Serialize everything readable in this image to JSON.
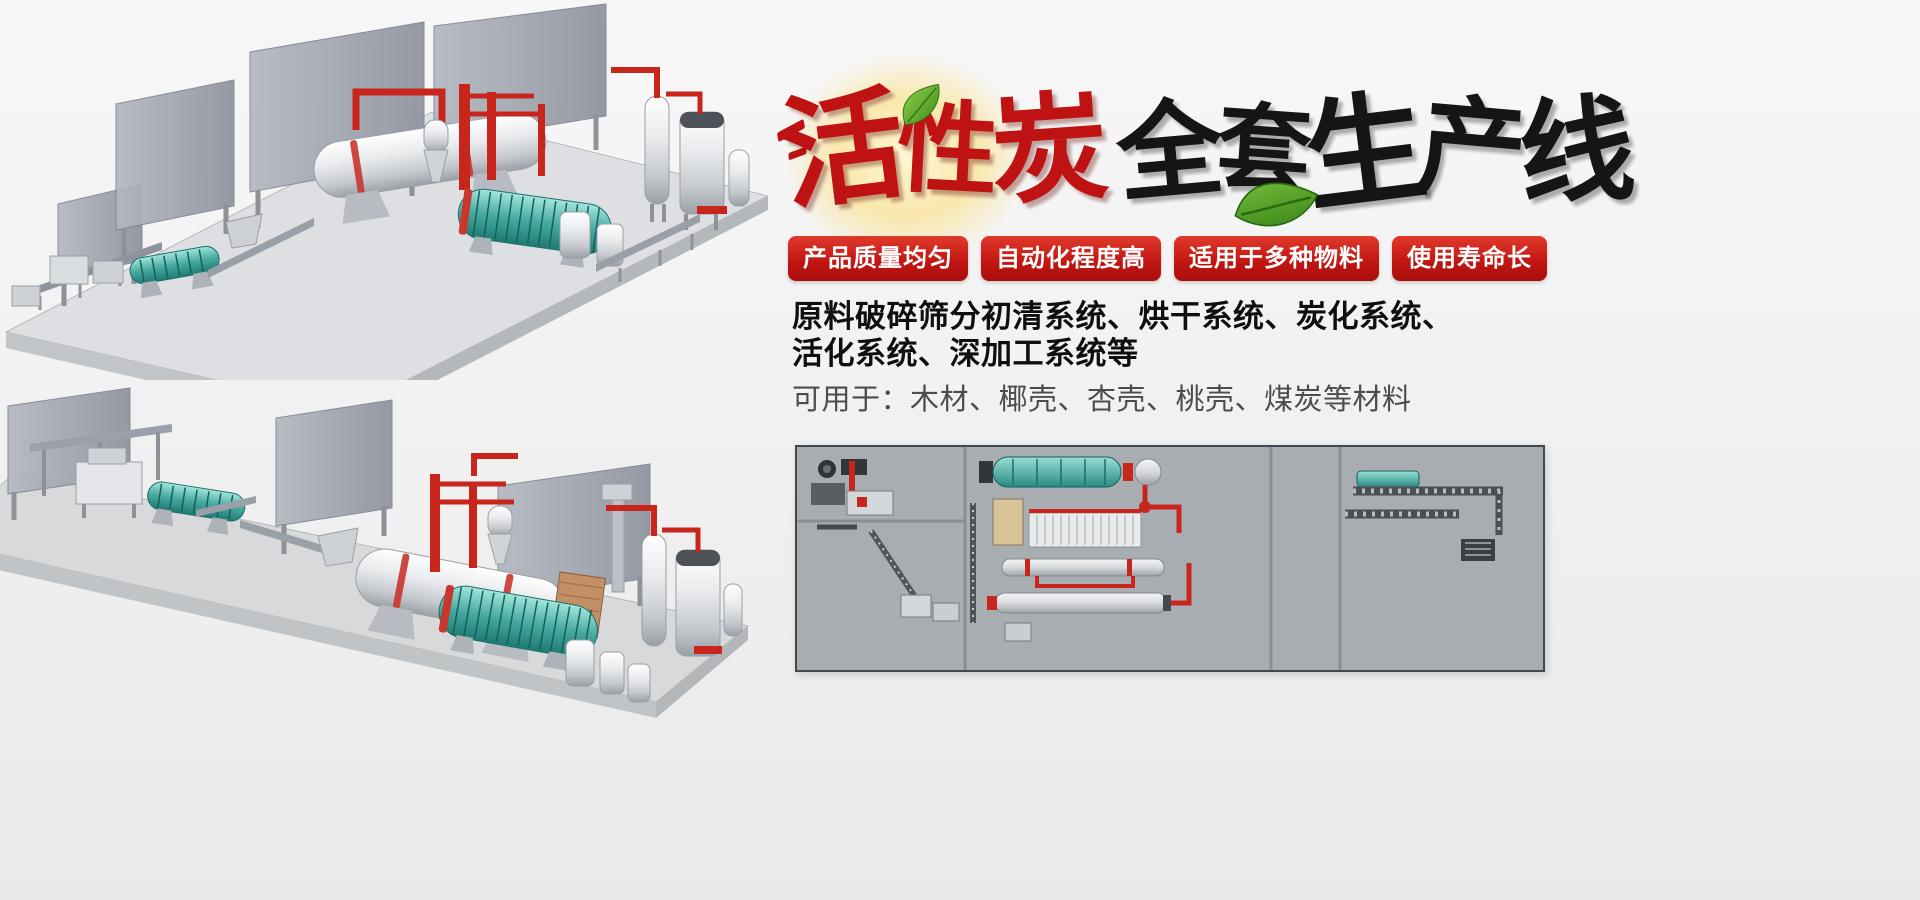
{
  "hero": {
    "title_red": "活性炭",
    "title_black": "全套生产线"
  },
  "badges": {
    "accent_color": "#c8251d",
    "items": [
      {
        "label": "产品质量均匀"
      },
      {
        "label": "自动化程度高"
      },
      {
        "label": "适用于多种物料"
      },
      {
        "label": "使用寿命长"
      }
    ]
  },
  "description": {
    "line1": "原料破碎筛分初清系统、烘干系统、炭化系统、",
    "line2": "活化系统、深加工系统等",
    "materials_line": "可用于：木材、椰壳、杏壳、桃壳、煤炭等材料"
  },
  "colors": {
    "title_red": "#bf1313",
    "title_black": "#151515",
    "badge_red": "#c8251d",
    "text_dark": "#0f0f0f",
    "text_gray": "#4c4c4c",
    "machinery_teal": "#46aaa1",
    "pipe_red": "#c8251d",
    "schematic_bg": "#a8adb2",
    "background": "#f2f2f2"
  },
  "illustrations": {
    "top_render": "isometric-3d-production-line-top",
    "bottom_render": "isometric-3d-production-line-bottom",
    "schematic": "plant-layout-schematic",
    "leaf_small": "leaf-icon",
    "leaf_large": "leaf-icon",
    "glow": "light-glow"
  }
}
